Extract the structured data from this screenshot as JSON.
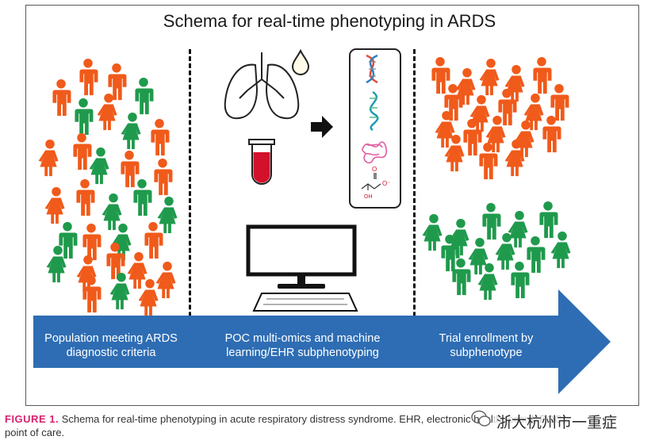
{
  "title": "Schema for real-time phenotyping in ARDS",
  "arrow": {
    "color": "#2e6db4",
    "sections": [
      {
        "label_line1": "Population meeting ARDS",
        "label_line2": "diagnostic criteria"
      },
      {
        "label_line1": "POC multi-omics and machine",
        "label_line2": "learning/EHR subphenotyping"
      },
      {
        "label_line1": "Trial enrollment by",
        "label_line2": "subphenotype"
      }
    ]
  },
  "colors": {
    "orange": "#f05a1a",
    "green": "#1f9a4c",
    "red_blood": "#d3112b"
  },
  "icons": [
    "lungs-icon",
    "droplet-icon",
    "blood-tube-icon",
    "right-arrow-icon",
    "dna-icon",
    "rna-icon",
    "protein-icon",
    "metabolite-icon",
    "computer-monitor-icon",
    "keyboard-icon"
  ],
  "metabolite": {
    "oh_label": "OH",
    "o_label": "O",
    "o_minus": "O⁻"
  },
  "caption": {
    "fig_label": "FIGURE 1.",
    "text": "Schema for real-time phenotyping in acute respiratory distress syndrome. EHR, electronic health record; POC,",
    "text2": "point of care."
  },
  "watermark": "浙大杭州市一重症"
}
